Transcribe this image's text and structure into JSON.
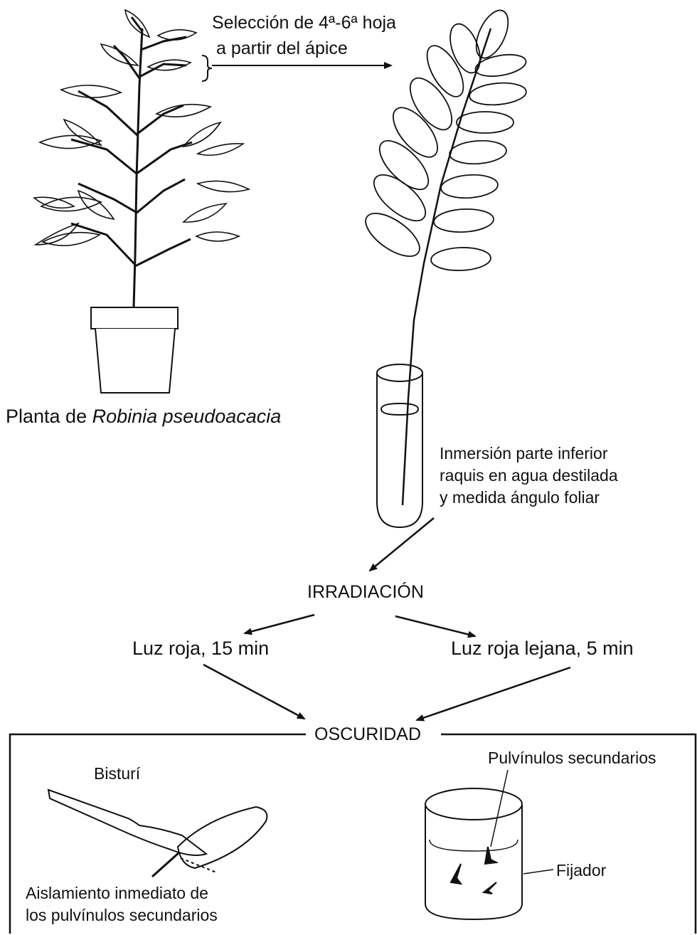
{
  "labels": {
    "selection_line1": "Selección de 4ª-6ª hoja",
    "selection_line2": "a partir del ápice",
    "plant_prefix": "Planta de",
    "plant_species": "Robinia pseudoacacia",
    "immersion_line1": "Inmersión parte inferior",
    "immersion_line2": "raquis en agua destilada",
    "immersion_line3": "y medida ángulo foliar",
    "irradiation": "IRRADIACIÓN",
    "red_light": "Luz roja, 15 min",
    "far_red_light": "Luz roja lejana, 5 min",
    "darkness": "OSCURIDAD",
    "scalpel": "Bisturí",
    "secondary_pulvinules": "Pulvínulos secundarios",
    "fixative": "Fijador",
    "isolation_line1": "Aislamiento inmediato de",
    "isolation_line2": "los pulvínulos secundarios"
  },
  "colors": {
    "ink": "#111111",
    "paper": "#ffffff"
  }
}
